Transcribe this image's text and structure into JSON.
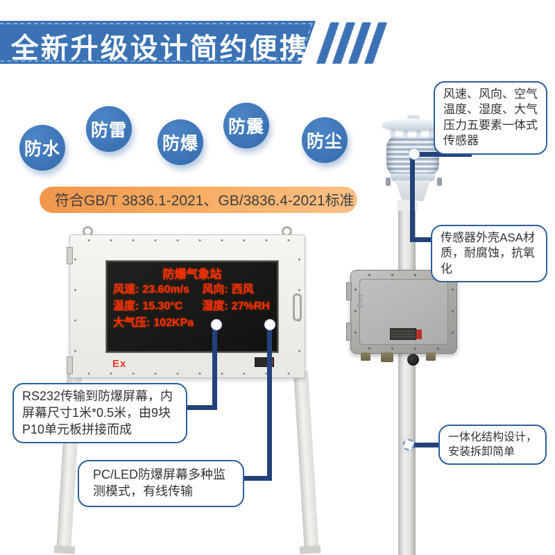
{
  "banner": {
    "title": "全新升级设计简约便携"
  },
  "badges": [
    {
      "label": "防水"
    },
    {
      "label": "防雷"
    },
    {
      "label": "防爆"
    },
    {
      "label": "防震"
    },
    {
      "label": "防尘"
    }
  ],
  "standard": {
    "text": "符合GB/T 3836.1-2021、GB/3836.4-2021标准"
  },
  "display": {
    "screen_title": "防爆气象站",
    "rows": [
      {
        "l_label": "风速:",
        "l_value": "23.60m/s",
        "r_label": "风向:",
        "r_value": "西风"
      },
      {
        "l_label": "温度:",
        "l_value": "15.30°C",
        "r_label": "湿度:",
        "r_value": "27%RH"
      },
      {
        "l_label": "大气压:",
        "l_value": "102KPa",
        "r_label": "",
        "r_value": ""
      }
    ],
    "ex_mark": "Ex"
  },
  "junction_box": {
    "side_label": "Exd"
  },
  "callouts": {
    "sensor_elements": "风速、风向、空气温度、湿度、大气压力五要素一体式传感器",
    "sensor_housing": "传感器外壳ASA材质，耐腐蚀，抗氧化",
    "rs232": "RS232传输到防爆屏幕，内屏幕尺寸1米*0.5米，由9块P10单元板拼接而成",
    "pc_led": "PC/LED防爆屏幕多种监测模式，有线传输",
    "structure": "一体化结构设计，安装拆卸简单"
  },
  "colors": {
    "banner_blue": "#3a72b5",
    "badge_blue": "#3d77bb",
    "connector": "#24427a",
    "callout_border": "#2d5d9e",
    "led_red": "#ff2e00",
    "pill_start": "#f1954c",
    "pill_end": "#fcc188"
  }
}
